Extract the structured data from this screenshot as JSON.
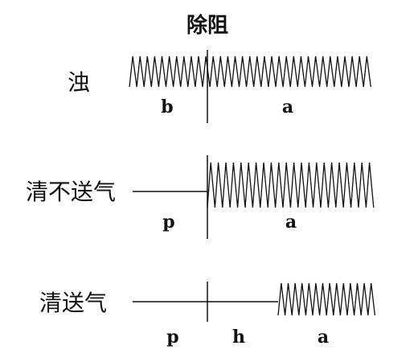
{
  "title": "除阻",
  "rows": [
    {
      "label": "浊",
      "segments": [
        "b",
        "a"
      ]
    },
    {
      "label": "清不送气",
      "segments": [
        "p",
        "a"
      ]
    },
    {
      "label": "清送气",
      "segments": [
        "p",
        "h",
        "a"
      ]
    }
  ],
  "colors": {
    "ink": "#111111",
    "background": "#ffffff"
  }
}
